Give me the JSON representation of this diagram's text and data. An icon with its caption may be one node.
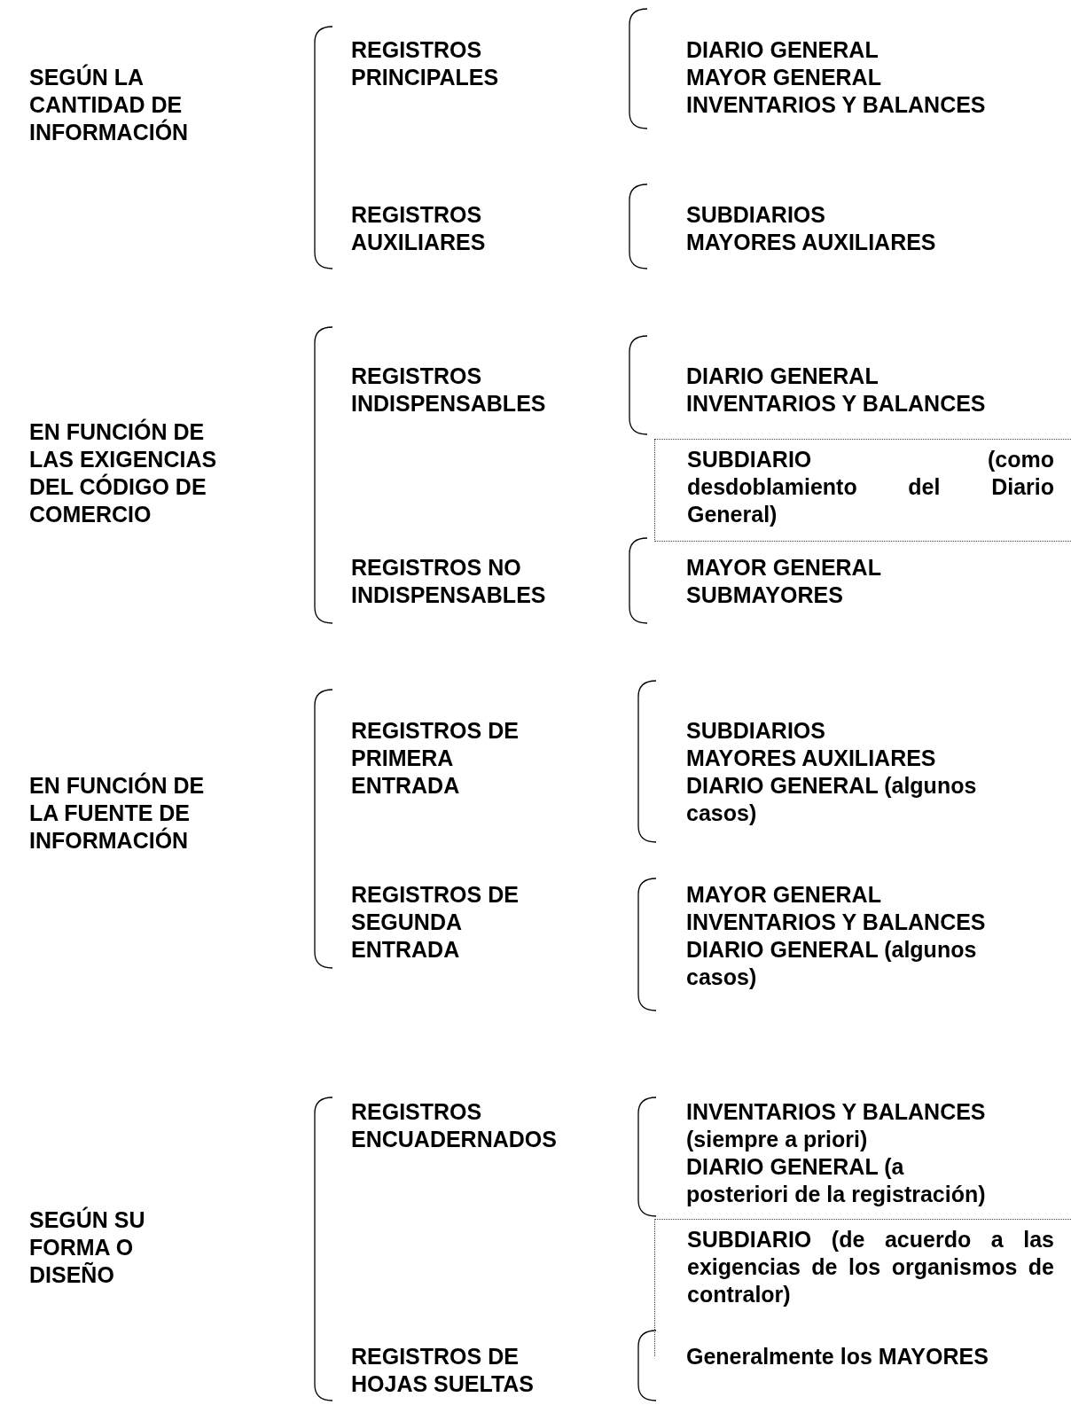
{
  "diagram": {
    "nodes": [
      {
        "text": [
          "SUBDIARIO (como desdoblamiento del Diario General)"
        ]
      },
      {
        "text": [
          "SUBDIARIO (de acuerdo a las exigencias de los organismos de contralor)"
        ]
      }
    ],
    "labels": [
      "REGISTROS PRINCIPALES",
      "DIARIO GENERAL",
      "MAYOR GENERAL",
      "SEGÚN LA CANTIDAD DE INFORMACIÓN",
      "INVENTARIOS Y BALANCES",
      "REGISTROS AUXILIARES",
      "SUBDIARIOS",
      "MAYORES AUXILIARES",
      "REGISTROS INDISPENSABLES",
      "DIARIO GENERAL",
      "INVENTARIOS Y BALANCES",
      "EN FUNCIÓN DE LAS EXIGENCIAS DEL CÓDIGO DE COMERCIO",
      "REGISTROS NO INDISPENSABLES",
      "MAYOR GENERAL",
      "SUBMAYORES",
      "REGISTROS DE PRIMERA ENTRADA",
      "SUBDIARIOS",
      "MAYORES AUXILIARES",
      "EN FUNCIÓN DE LA FUENTE DE INFORMACIÓN",
      "DIARIO GENERAL (algunos casos)",
      "REGISTROS DE SEGUNDA ENTRADA",
      "MAYOR GENERAL",
      "INVENTARIOS Y BALANCES",
      "DIARIO GENERAL (algunos casos)",
      "REGISTROS ENCUADERNADOS",
      "INVENTARIOS Y BALANCES (siempre a priori)",
      "DIARIO GENERAL (a posteriori de la registración)",
      "SEGÚN SU FORMA O DISEÑO",
      "REGISTROS DE HOJAS SUELTAS",
      "Generalmente los MAYORES"
    ]
  }
}
